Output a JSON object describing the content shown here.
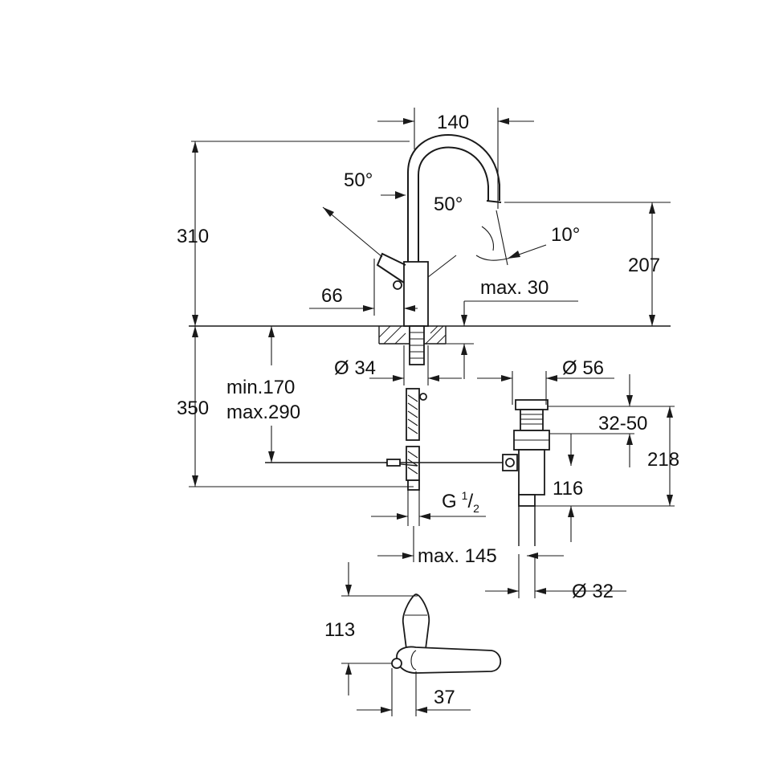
{
  "dimensions": {
    "spout_width": "140",
    "lever_angle_up": "50°",
    "lever_angle_down": "50°",
    "spout_tilt": "10°",
    "total_height": "310",
    "spout_height": "207",
    "lever_offset": "66",
    "deck_max_thickness": "max. 30",
    "hole_diameter": "Ø 34",
    "waste_diameter": "Ø 56",
    "hose_min": "min.170",
    "hose_max": "max.290",
    "below_deck_length": "350",
    "waste_range": "32-50",
    "waste_height": "218",
    "waste_offset": "116",
    "connection_thread": "G",
    "connection_thread_sup": "1",
    "connection_thread_sub": "2",
    "rod_distance": "max. 145",
    "tailpipe_diameter": "Ø 32",
    "lever_top_height": "113",
    "lever_depth": "37"
  }
}
